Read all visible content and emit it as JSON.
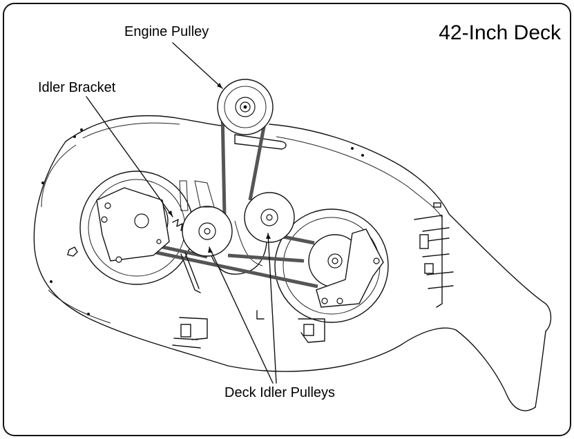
{
  "title": "42-Inch Deck",
  "callouts": {
    "engine_pulley": "Engine Pulley",
    "idler_bracket": "Idler Bracket",
    "deck_idler_pulleys": "Deck Idler Pulleys"
  },
  "colors": {
    "line": "#111111",
    "belt": "#555555",
    "background": "#ffffff"
  }
}
